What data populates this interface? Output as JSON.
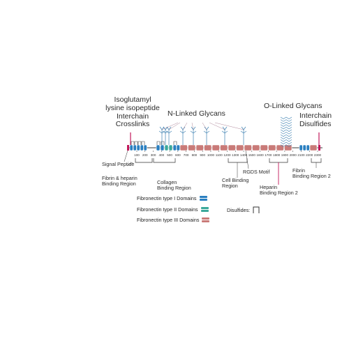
{
  "labels": {
    "isopeptide": "Isoglutamyl\nlysine isopeptide\nInterchain\nCrosslinks",
    "n_glycans": "N-Linked Glycans",
    "o_glycans": "O-Linked Glycans",
    "interchain_disulfides": "Interchain\nDisulfides",
    "signal_peptide": "Signal Peptide",
    "fibrin_heparin": "Fibrin & heparin\nBinding Region",
    "collagen": "Collagen\nBinding Region",
    "cell_binding": "Cell Binding\nRegion",
    "rgds": "RGDS Motif",
    "heparin2": "Heparin\nBinding Region 2",
    "fibrin2": "Fibrin\nBinding Region 2"
  },
  "axis_ticks": [
    "100",
    "200",
    "300",
    "400",
    "500",
    "600",
    "700",
    "800",
    "900",
    "1000",
    "1100",
    "1200",
    "1300",
    "1400",
    "1500",
    "1600",
    "1700",
    "1800",
    "1900",
    "2000",
    "2100",
    "2200",
    "2300"
  ],
  "legend": {
    "type1": "Fibronectin type I Domains",
    "type2": "Fibronectin type II Domains",
    "type3": "Fibronectin type III Domains",
    "disulfides": "Disulfides:"
  },
  "colors": {
    "type1": "#2a7fc0",
    "type2": "#3aa89a",
    "type3": "#c97a78",
    "line": "#3a3a3a",
    "glycan": "#3a7fb0",
    "accent": "#c2185b"
  }
}
